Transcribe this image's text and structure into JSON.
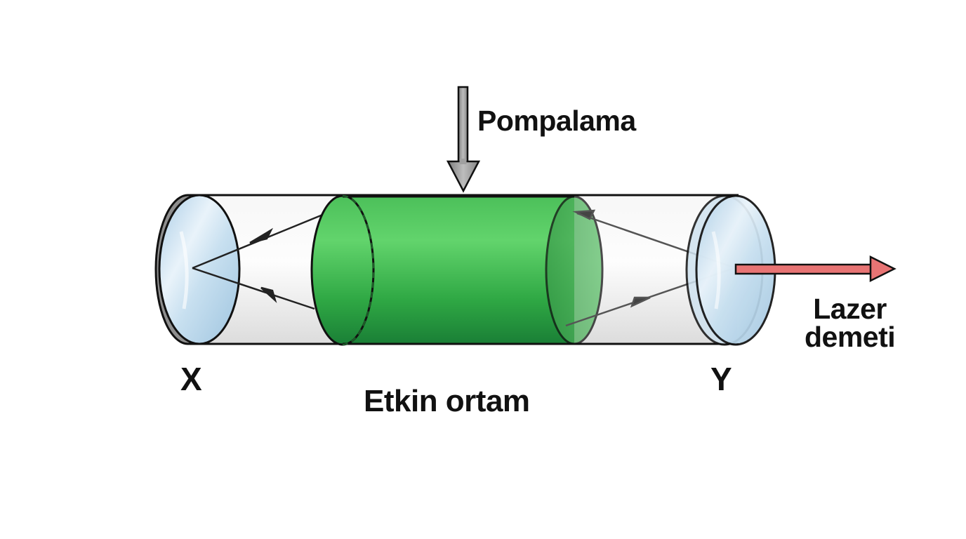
{
  "labels": {
    "pumping": "Pompalama",
    "mirror_left": "X",
    "mirror_right": "Y",
    "active_medium": "Etkin ortam",
    "beam_line1": "Lazer",
    "beam_line2": "demeti"
  },
  "colors": {
    "medium_green": "#3cb34a",
    "medium_green_dark": "#1e8a3a",
    "pump_arrow": "#9a9a9a",
    "laser_beam": "#e87474",
    "mirror_glass": "#bcd9ec",
    "tube": "#eeeeee"
  }
}
